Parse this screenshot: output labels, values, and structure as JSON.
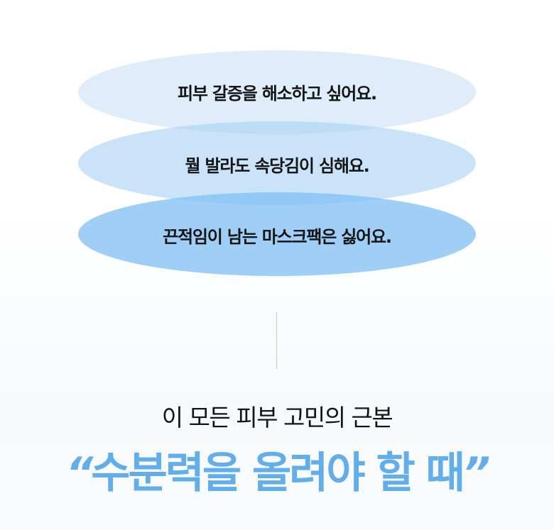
{
  "concerns": [
    {
      "label": "피부 갈증을 해소하고 싶어요.",
      "color": "#deedf9"
    },
    {
      "label": "뭘 발라도 속당김이 심해요.",
      "color": "#c2def5"
    },
    {
      "label": "끈적임이 남는 마스크팩은 싫어요.",
      "color": "#9fcdf6"
    }
  ],
  "subtitle": "이 모든 피부 고민의 근본",
  "headline": {
    "open_quote": "“",
    "text": "수분력을 올려야 할 때",
    "close_quote": "”",
    "color": "#62aeea"
  },
  "colors": {
    "overlap_1": "#aed4f3",
    "overlap_2": "#7ab9ef",
    "divider": "#c8c8c8",
    "text": "#141414"
  }
}
